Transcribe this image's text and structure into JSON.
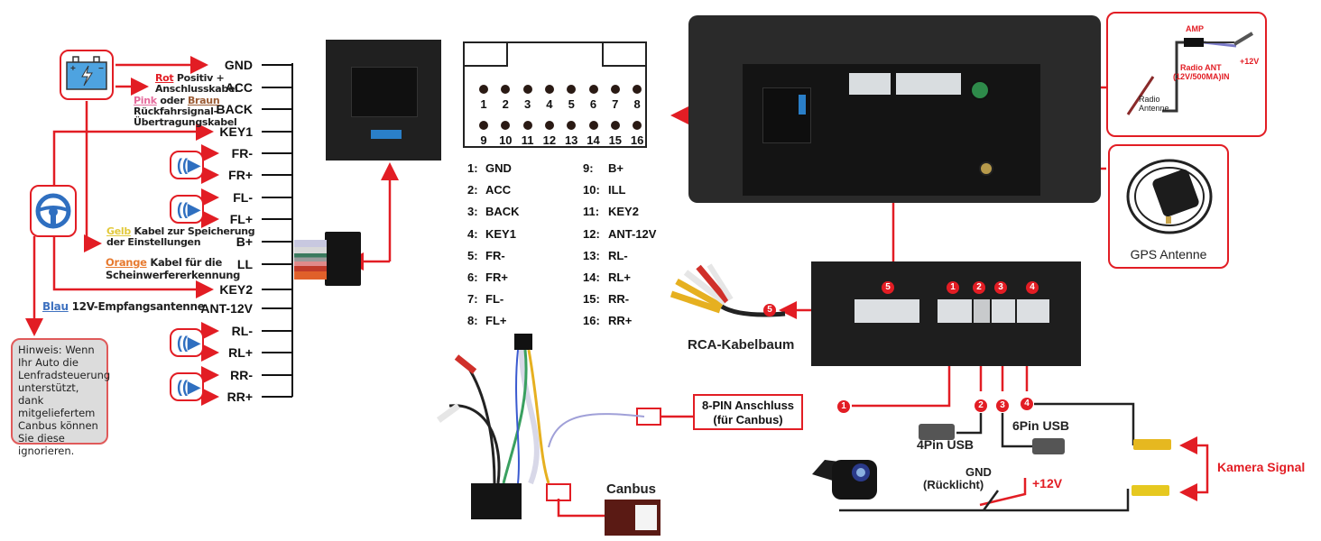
{
  "left_panel": {
    "pins": [
      "GND",
      "ACC",
      "BACK",
      "KEY1",
      "FR-",
      "FR+",
      "FL-",
      "FL+",
      "B+",
      "LL",
      "KEY2",
      "ANT-12V",
      "RL-",
      "RL+",
      "RR-",
      "RR+"
    ],
    "notes": {
      "acc_color": "Rot",
      "acc_text_1": "Positiv +",
      "acc_text_2": "Anschlusskabel",
      "back_color_1": "Pink",
      "back_or": "oder",
      "back_color_2": "Braun",
      "back_text_1": "Rückfahrsignal-",
      "back_text_2": "Übertragungskabel",
      "bplus_color": "Gelb",
      "bplus_text_1": "Kabel zur Speicherung",
      "bplus_text_2": "der Einstellungen",
      "ll_color": "Orange",
      "ll_text_1": "Kabel für die",
      "ll_text_2": "Scheinwerfererkennung",
      "ant_color": "Blau",
      "ant_text": "12V-Empfangsantenne"
    },
    "hint": "Hinweis: Wenn Ihr Auto die Lenfradsteuerung unterstützt, dank mitgeliefertem Canbus können Sie diese ignorieren."
  },
  "connector": {
    "top_row": [
      "1",
      "2",
      "3",
      "4",
      "5",
      "6",
      "7",
      "8"
    ],
    "bottom_row": [
      "9",
      "10",
      "11",
      "12",
      "13",
      "14",
      "15",
      "16"
    ]
  },
  "pin_table": {
    "left": [
      {
        "num": "1:",
        "name": "GND"
      },
      {
        "num": "2:",
        "name": "ACC"
      },
      {
        "num": "3:",
        "name": "BACK"
      },
      {
        "num": "4:",
        "name": "KEY1"
      },
      {
        "num": "5:",
        "name": "FR-"
      },
      {
        "num": "6:",
        "name": "FR+"
      },
      {
        "num": "7:",
        "name": "FL-"
      },
      {
        "num": "8:",
        "name": "FL+"
      }
    ],
    "right": [
      {
        "num": "9:",
        "name": "B+"
      },
      {
        "num": "10:",
        "name": "ILL"
      },
      {
        "num": "11:",
        "name": "KEY2"
      },
      {
        "num": "12:",
        "name": "ANT-12V"
      },
      {
        "num": "13:",
        "name": "RL-"
      },
      {
        "num": "14:",
        "name": "RL+"
      },
      {
        "num": "15:",
        "name": "RR-"
      },
      {
        "num": "16:",
        "name": "RR+"
      }
    ]
  },
  "radio_antenna": {
    "amp": "AMP",
    "radio_ant_1": "Radio ANT",
    "radio_ant_2": "(12V/500MA)IN",
    "plus12": "+12V",
    "antenne_1": "Radio",
    "antenne_2": "Antenne"
  },
  "gps": {
    "label": "GPS Antenne"
  },
  "ports": {
    "badges": [
      "5",
      "1",
      "2",
      "3",
      "4"
    ],
    "rca_badge": "5",
    "rca_label": "RCA-Kabelbaum"
  },
  "canbus": {
    "pin8_label_1": "8-PIN Anschluss",
    "pin8_label_2": "(für Canbus)",
    "badge": "1",
    "canbus_label": "Canbus"
  },
  "usb": {
    "badge_4pin": "2",
    "label_4pin": "4Pin USB",
    "badge_6pin": "3",
    "label_6pin": "6Pin USB",
    "badge_cam": "4"
  },
  "camera": {
    "gnd_1": "GND",
    "gnd_2": "(Rücklicht)",
    "plus12": "+12V",
    "signal_label": "Kamera Signal"
  },
  "colors": {
    "accent_red": "#e21d24",
    "icon_blue": "#2f6fc0",
    "hint_bg": "#dcdcdc"
  }
}
